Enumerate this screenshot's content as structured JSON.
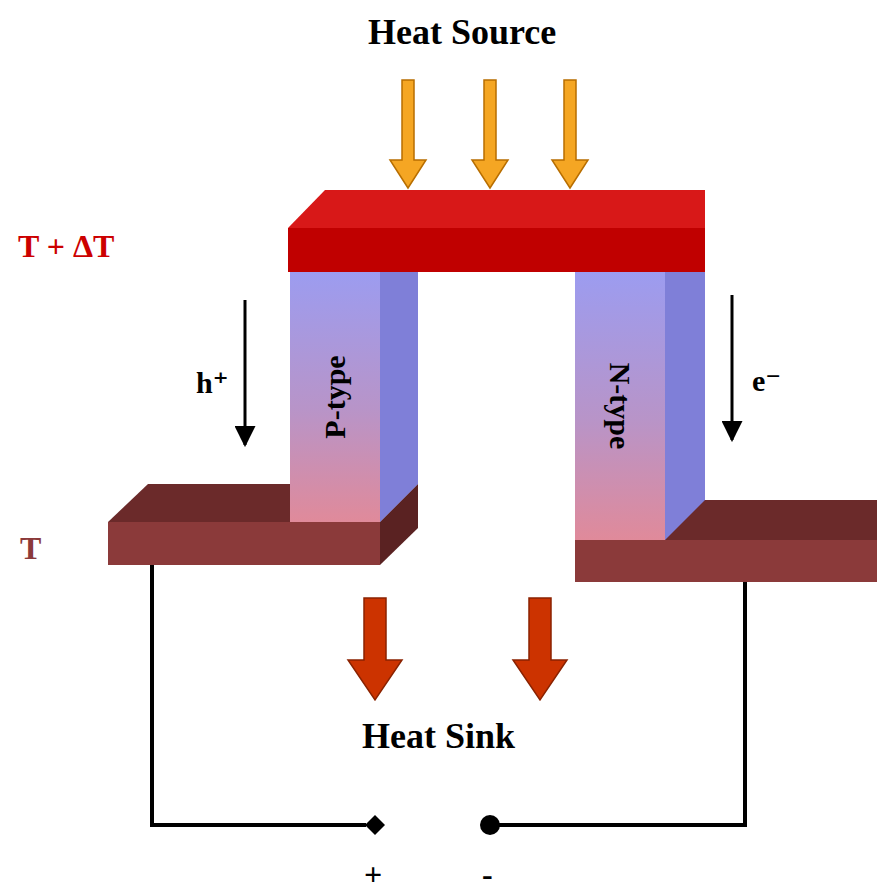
{
  "diagram": {
    "nodes": [
      {
        "text": [
          "P-type"
        ]
      },
      {
        "text": [
          "N-type"
        ]
      }
    ],
    "labels": [
      "Heat Source",
      "T + ΔT",
      "h⁺",
      "e⁻",
      "T",
      "Heat Sink",
      "+",
      "-"
    ]
  }
}
